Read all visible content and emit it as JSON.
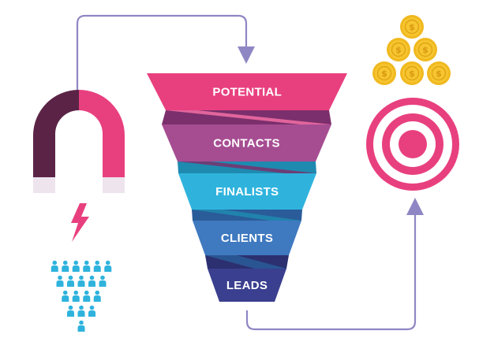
{
  "funnel": {
    "stages": [
      {
        "label": "POTENTIAL",
        "color": "#e8407f",
        "fold_color": "#f36fa4"
      },
      {
        "label": "CONTACTS",
        "color": "#a64d92",
        "fold_color": "#7b2f6c"
      },
      {
        "label": "FINALISTS",
        "color": "#2fb3dd",
        "fold_color": "#1f8ab0"
      },
      {
        "label": "CLIENTS",
        "color": "#3f79c0",
        "fold_color": "#2a5c99"
      },
      {
        "label": "LEADS",
        "color": "#3a3f8f",
        "fold_color": "#2c3070"
      }
    ]
  },
  "magnet": {
    "icon": "magnet-icon",
    "left_color": "#5b2446",
    "right_color": "#e8407f",
    "tip_color": "#ede4ee"
  },
  "lightning": {
    "icon": "lightning-icon",
    "color": "#e8407f"
  },
  "people": {
    "icon": "person-icon",
    "color": "#2fb3dd",
    "rows": [
      6,
      5,
      4,
      3,
      1
    ]
  },
  "coins": {
    "icon": "coin-icon",
    "color": "#f6c530",
    "sign": "$"
  },
  "target": {
    "icon": "target-icon",
    "color": "#e8407f"
  },
  "connectors": {
    "color": "#8f87c4"
  }
}
